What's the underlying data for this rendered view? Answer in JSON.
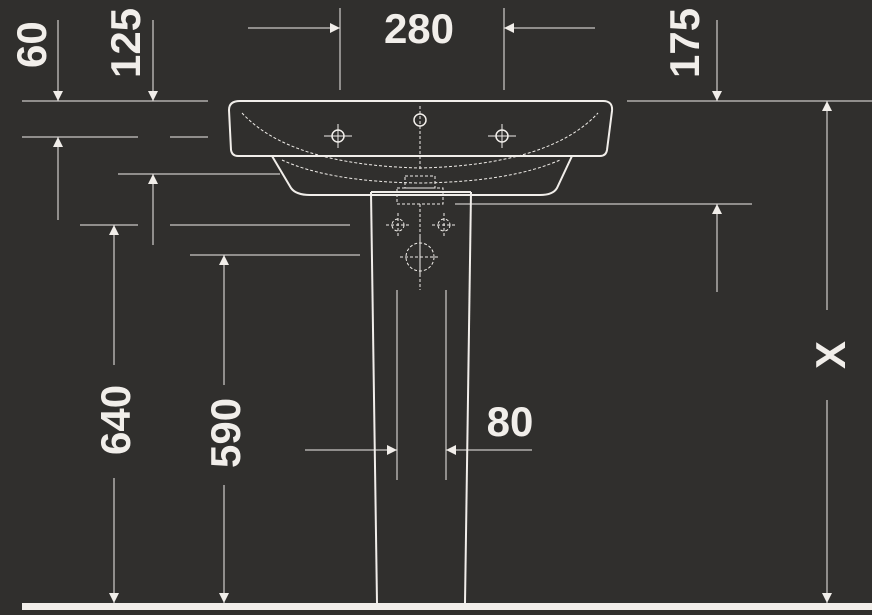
{
  "colors": {
    "background": "#302f2d",
    "line": "#f1eeea"
  },
  "dimensions": {
    "dim_60": "60",
    "dim_125": "125",
    "dim_280": "280",
    "dim_175": "175",
    "dim_640": "640",
    "dim_590": "590",
    "dim_80": "80",
    "dim_x": "X"
  }
}
